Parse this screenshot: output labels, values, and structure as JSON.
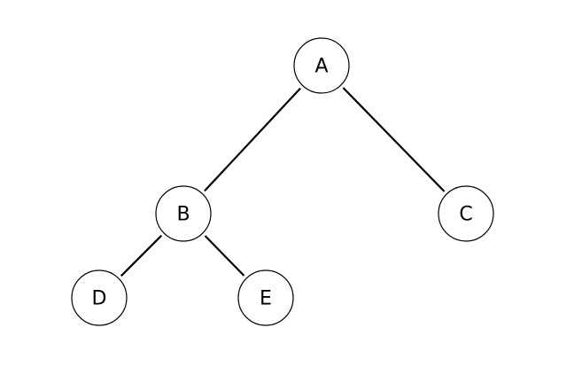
{
  "diagram": {
    "type": "binary-tree",
    "nodes": [
      {
        "id": "A",
        "label": "A"
      },
      {
        "id": "B",
        "label": "B"
      },
      {
        "id": "C",
        "label": "C"
      },
      {
        "id": "D",
        "label": "D"
      },
      {
        "id": "E",
        "label": "E"
      }
    ],
    "edges": [
      {
        "from": "A",
        "to": "B"
      },
      {
        "from": "A",
        "to": "C"
      },
      {
        "from": "B",
        "to": "D"
      },
      {
        "from": "B",
        "to": "E"
      }
    ],
    "colors": {
      "background": "#ffffff",
      "stroke": "#000000",
      "node_fill": "#ffffff",
      "text": "#000000"
    }
  }
}
